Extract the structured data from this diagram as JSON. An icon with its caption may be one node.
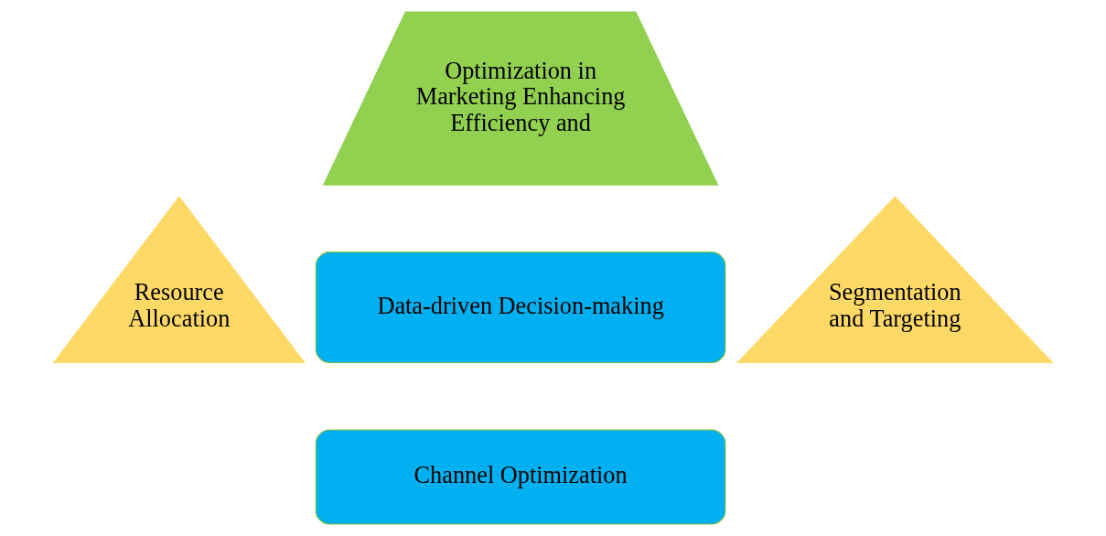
{
  "diagram": {
    "nodes": [
      {
        "text": [
          "Optimization in Marketing Enhancing Efficiency and"
        ]
      },
      {
        "text": [
          "Resource Allocation"
        ]
      },
      {
        "text": [
          "Data-driven Decision-making"
        ]
      },
      {
        "text": [
          "Segmentation and Targeting"
        ]
      },
      {
        "text": [
          "Channel Optimization"
        ]
      }
    ],
    "edges": []
  }
}
